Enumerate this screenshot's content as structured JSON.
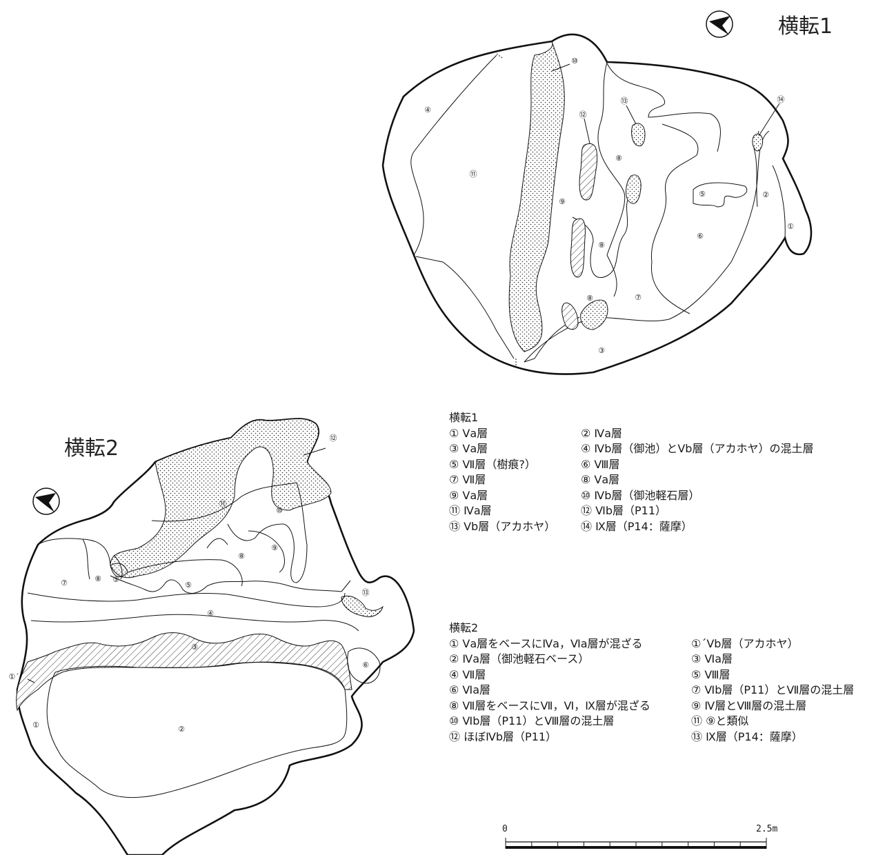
{
  "sections": [
    {
      "title": "横転1",
      "legend_heading": "横転1",
      "legend": [
        [
          "① Ⅴa層",
          "② Ⅳa層"
        ],
        [
          "③ Ⅴa層",
          "④ Ⅳb層（御池）とⅤb層（アカホヤ）の混土層"
        ],
        [
          "⑤ Ⅶ層（樹痕?）",
          "⑥ Ⅷ層"
        ],
        [
          "⑦ Ⅶ層",
          "⑧ Ⅴa層"
        ],
        [
          "⑨ Ⅴa層",
          "⑩ Ⅳb層（御池軽石層）"
        ],
        [
          "⑪ Ⅳa層",
          "⑫ Ⅵb層（P11）"
        ],
        [
          "⑬ Ⅴb層（アカホヤ）",
          "⑭ Ⅸ層（P14：薩摩）"
        ]
      ],
      "region_labels": [
        "①",
        "②",
        "③",
        "④",
        "⑤",
        "⑥",
        "⑦",
        "⑧",
        "⑨",
        "⑩",
        "⑪",
        "⑫",
        "⑬",
        "⑭"
      ]
    },
    {
      "title": "横転2",
      "legend_heading": "横転2",
      "legend": [
        [
          "① Ⅴa層をベースにⅣa，Ⅵa層が混ざる",
          "①´Ⅴb層（アカホヤ）"
        ],
        [
          "② Ⅳa層（御池軽石ベース）",
          "③ Ⅵa層"
        ],
        [
          "④ Ⅶ層",
          "⑤ Ⅷ層"
        ],
        [
          "⑥ Ⅵa層",
          "⑦ Ⅵb層（P11）とⅦ層の混土層"
        ],
        [
          "⑧ Ⅶ層をベースにⅦ，Ⅵ，Ⅸ層が混ざる",
          "⑨ Ⅳ層とⅧ層の混土層"
        ],
        [
          "⑩ Ⅵb層（P11）とⅧ層の混土層",
          "⑪ ⑨と類似"
        ],
        [
          "⑫ ほぼⅣb層（P11）",
          "⑬ Ⅸ層（P14：薩摩）"
        ]
      ],
      "region_labels": [
        "①",
        "①´",
        "②",
        "③",
        "④",
        "⑤",
        "⑥",
        "⑦",
        "⑧",
        "⑨",
        "⑩",
        "⑪",
        "⑫",
        "⑬"
      ]
    }
  ],
  "scale_bar": {
    "start_label": "0",
    "end_label": "2.5m"
  },
  "icons": [
    "north-arrow-icon"
  ]
}
